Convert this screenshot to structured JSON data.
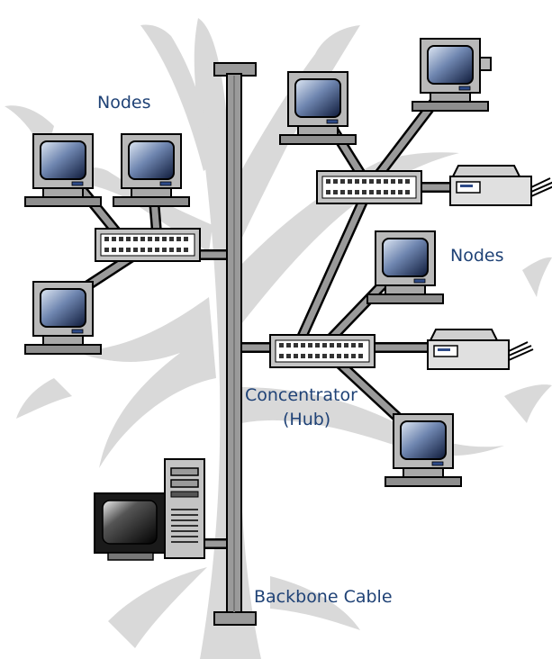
{
  "labels": {
    "nodes_left": "Nodes",
    "nodes_right": "Nodes",
    "concentrator_line1": "Concentrator",
    "concentrator_line2": "(Hub)",
    "backbone": "Backbone Cable"
  },
  "colors": {
    "tree_silhouette": "#d9d9d9",
    "cable": "#9a9a9a",
    "outline": "#000000",
    "monitor_body": "#b9b9b9",
    "screen_dark": "#0e1a3a",
    "screen_light": "#dfe8f4",
    "label_text": "#1f4276"
  }
}
